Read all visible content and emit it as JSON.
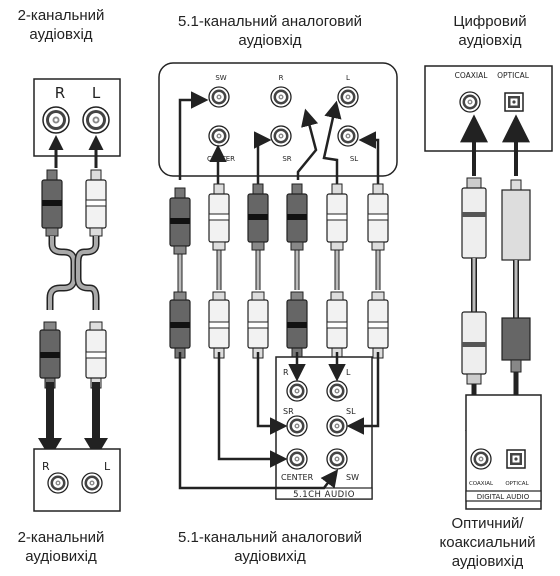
{
  "captions": {
    "top_left": [
      "2-канальний",
      "аудіовхід"
    ],
    "top_mid": [
      "5.1-канальний аналоговий",
      "аудіовхід"
    ],
    "top_right": [
      "Цифровий",
      "аудіовхід"
    ],
    "bot_left": [
      "2-канальний",
      "аудіовихід"
    ],
    "bot_mid": [
      "5.1-канальний аналоговий",
      "аудіовихід"
    ],
    "bot_right": [
      "Оптичний/",
      "коаксиальний",
      "аудіовихід"
    ]
  },
  "jack_labels": {
    "two_ch_in": [
      "R",
      "L"
    ],
    "two_ch_out": [
      "R",
      "L"
    ],
    "five_one_in": [
      "SW",
      "R",
      "L",
      "CENTER",
      "SR",
      "SL"
    ],
    "five_one_out": [
      "R",
      "L",
      "SR",
      "SL",
      "CENTER",
      "SW"
    ],
    "digital_in": [
      "COAXIAL",
      "OPTICAL"
    ],
    "digital_out": [
      "COAXIAL",
      "OPTICAL"
    ]
  },
  "panel_names": {
    "five_one_out": "5.1CH AUDIO",
    "digital_out": "DIGITAL AUDIO"
  },
  "colors": {
    "line": "#222222",
    "plug_dark": "#555555",
    "plug_light": "#eeeeee",
    "cable": "#aaaaaa"
  }
}
